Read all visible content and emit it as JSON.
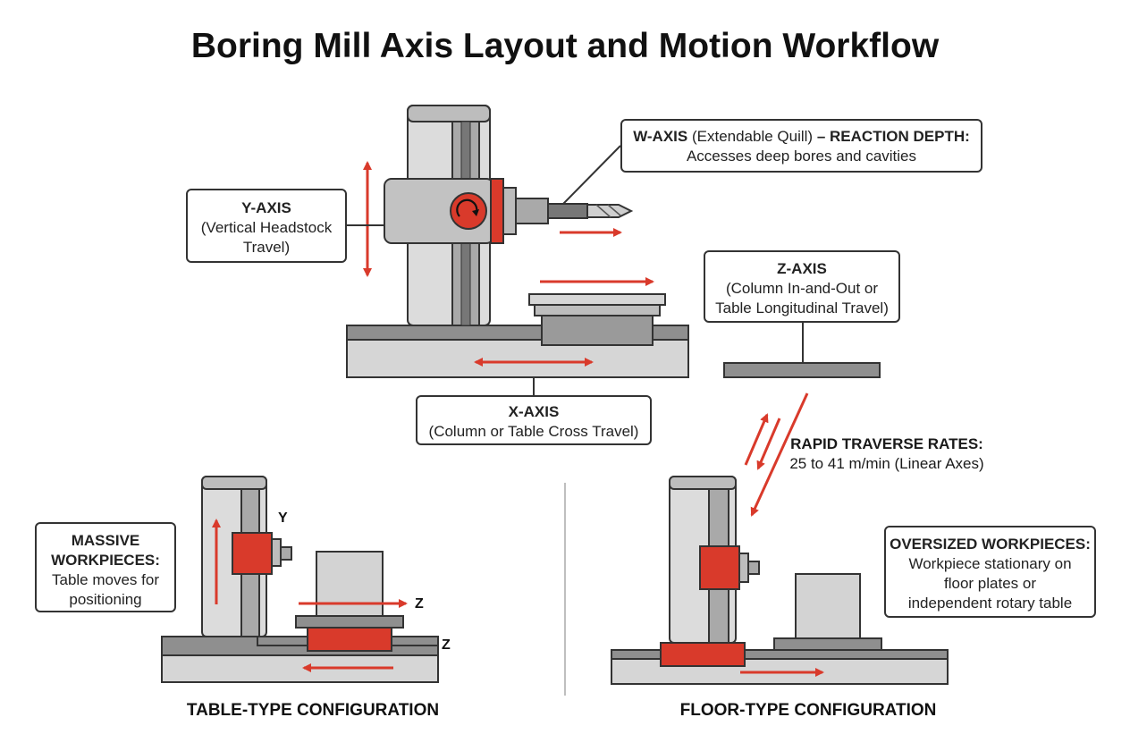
{
  "title": "Boring Mill Axis Layout and Motion Workflow",
  "callouts": {
    "w_axis": {
      "heading": "W-AXIS",
      "paren": "(Extendable Quill)",
      "dash": "–",
      "emph": "REACTION DEPTH:",
      "line2": "Accesses deep bores and cavities"
    },
    "y_axis": {
      "heading": "Y-AXIS",
      "line2": "(Vertical Headstock",
      "line3": "Travel)"
    },
    "z_axis": {
      "heading": "Z-AXIS",
      "line2": "(Column In-and-Out or",
      "line3": "Table Longitudinal Travel)"
    },
    "x_axis": {
      "heading": "X-AXIS",
      "line2": "(Column or Table Cross Travel)"
    },
    "rapid": {
      "heading": "RAPID TRAVERSE RATES:",
      "line2": "25 to 41 m/min (Linear Axes)"
    },
    "massive": {
      "heading1": "MASSIVE",
      "heading2": "WORKPIECES:",
      "line2": "Table moves for",
      "line3": "positioning"
    },
    "oversized": {
      "heading": "OVERSIZED WORKPIECES:",
      "line2": "Workpiece stationary on",
      "line3": "floor plates or",
      "line4": "independent rotary table"
    }
  },
  "axis_letters": {
    "y": "Y",
    "z_top": "Z",
    "z_bottom": "Z"
  },
  "captions": {
    "table_type": "TABLE-TYPE CONFIGURATION",
    "floor_type": "FLOOR-TYPE CONFIGURATION"
  },
  "colors": {
    "accent": "#d93a2b",
    "steel_light": "#d9d9d9",
    "steel_mid": "#9e9e9e",
    "steel_dark": "#707070",
    "outline": "#333333"
  }
}
